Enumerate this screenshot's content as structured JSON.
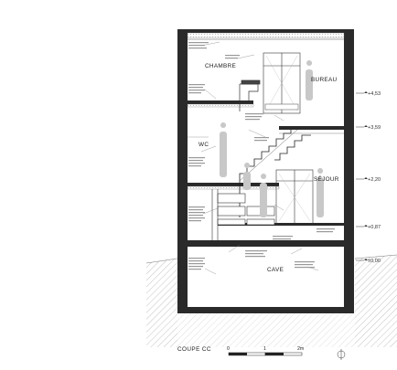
{
  "drawing": {
    "title": "COUPE CC",
    "rooms": {
      "chambre": "CHAMBRE",
      "bureau": "BUREAU",
      "wc": "WC",
      "sejour": "SÉJOUR",
      "cave": "CAVE"
    },
    "levels": [
      "+4,53",
      "+3,59",
      "+2,20",
      "+0,87",
      "±0,00"
    ],
    "scale_bar": {
      "ticks": [
        "0",
        "1",
        "2m"
      ]
    }
  },
  "colors": {
    "ink": "#222222",
    "wall": "#2a2a2a",
    "hatch": "#888888",
    "ground": "#999999"
  }
}
